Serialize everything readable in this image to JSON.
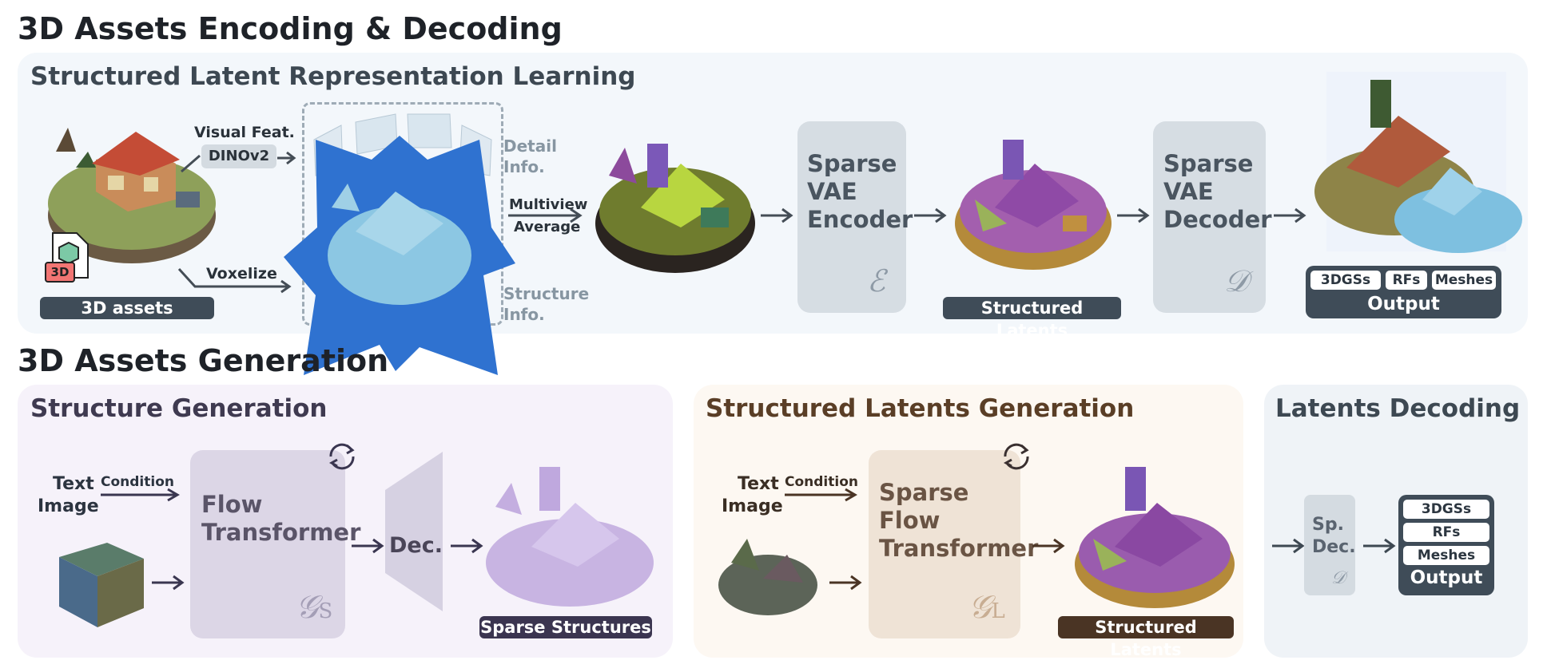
{
  "sections": {
    "encoding_title": "3D Assets Encoding & Decoding",
    "generation_title": "3D Assets Generation"
  },
  "encoding_panel": {
    "title": "Structured Latent Representation Learning",
    "visual_feat": "Visual Feat.",
    "dinov2": "DINOv2",
    "voxelize": "Voxelize",
    "assets_tag": "3D assets",
    "file_badge": "3D",
    "detail_info": "Detail\nInfo.",
    "structure_info": "Structure\nInfo.",
    "multiview": "Multiview",
    "average": "Average",
    "encoder": "Sparse\nVAE\nEncoder",
    "encoder_symbol": "ℰ",
    "latents_tag": "Structured Latents",
    "decoder": "Sparse\nVAE\nDecoder",
    "decoder_symbol": "𝒟",
    "output_tag": "Output",
    "output_items": [
      "3DGSs",
      "RFs",
      "Meshes"
    ]
  },
  "structure_panel": {
    "title": "Structure Generation",
    "text": "Text",
    "image": "Image",
    "condition": "Condition",
    "transformer": "Flow\nTransformer",
    "symbol": "𝒢",
    "symbol_sub": "S",
    "dec": "Dec.",
    "tag": "Sparse Structures"
  },
  "latents_panel": {
    "title": "Structured Latents Generation",
    "text": "Text",
    "image": "Image",
    "condition": "Condition",
    "transformer": "Sparse\nFlow\nTransformer",
    "symbol": "𝒢",
    "symbol_sub": "L",
    "tag": "Structured Latents"
  },
  "decoding_panel": {
    "title": "Latents Decoding",
    "dec": "Sp.\nDec.",
    "symbol": "𝒟",
    "output_items": [
      "3DGSs",
      "RFs",
      "Meshes"
    ],
    "output_tag": "Output"
  },
  "colors": {
    "encoding_bg": "#f3f7fb",
    "structure_bg": "#f6f2fa",
    "latents_bg": "#fdf8f2",
    "decoding_bg": "#eff3f7",
    "dark_tag": "#3f4c58",
    "purple_tag": "#3b3550",
    "brown_tag": "#4a3424",
    "blue_occluder": "#2f72d0"
  }
}
